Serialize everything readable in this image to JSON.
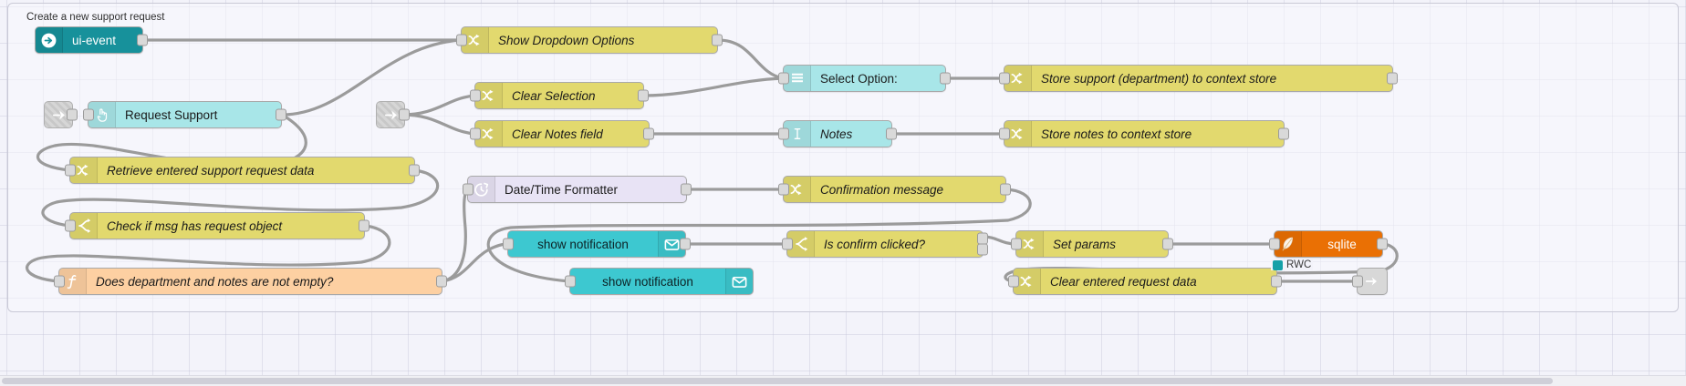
{
  "editor": {
    "app": "node-red-flow-editor",
    "group_label": "Create a new support request",
    "colors": {
      "canvas": "#f3f3fa",
      "change_node": "#e2d96e",
      "function_node": "#fdd0a2",
      "ui_widget": "#a8e6e8",
      "ui_event": "#17919b",
      "notification": "#3dc8d0",
      "datetime": "#e8e3f5",
      "sqlite": "#ea7004",
      "wire": "#9b9b9b"
    }
  },
  "nodes": [
    {
      "id": "ui-event",
      "label": "ui-event",
      "icon": "arrow-right-circle-icon",
      "type": "ui-event"
    },
    {
      "id": "request-support",
      "label": "Request Support",
      "icon": "hand-pointer-icon",
      "type": "ui-button"
    },
    {
      "id": "show-dropdown",
      "label": "Show Dropdown Options",
      "icon": "change-node-icon",
      "type": "change"
    },
    {
      "id": "clear-selection",
      "label": "Clear Selection",
      "icon": "change-node-icon",
      "type": "change"
    },
    {
      "id": "clear-notes-field",
      "label": "Clear Notes field",
      "icon": "change-node-icon",
      "type": "change"
    },
    {
      "id": "select-option",
      "label": "Select Option:",
      "icon": "dropdown-list-icon",
      "type": "ui-dropdown"
    },
    {
      "id": "notes",
      "label": "Notes",
      "icon": "text-cursor-icon",
      "type": "ui-text-input"
    },
    {
      "id": "store-support",
      "label": "Store support (department) to context store",
      "icon": "change-node-icon",
      "type": "change"
    },
    {
      "id": "store-notes",
      "label": "Store notes to context store",
      "icon": "change-node-icon",
      "type": "change"
    },
    {
      "id": "retrieve-data",
      "label": "Retrieve entered support request data",
      "icon": "change-node-icon",
      "type": "change"
    },
    {
      "id": "check-msg",
      "label": "Check if msg has request object",
      "icon": "switch-node-icon",
      "type": "switch"
    },
    {
      "id": "not-empty",
      "label": "Does department and notes are not empty?",
      "icon": "function-node-icon",
      "type": "function"
    },
    {
      "id": "datetime-formatter",
      "label": "Date/Time Formatter",
      "icon": "clock-icon",
      "type": "date-time-formatter"
    },
    {
      "id": "confirmation-message",
      "label": "Confirmation message",
      "icon": "change-node-icon",
      "type": "change"
    },
    {
      "id": "show-notification-1",
      "label": "show notification",
      "icon": "envelope-icon",
      "type": "notification"
    },
    {
      "id": "show-notification-2",
      "label": "show notification",
      "icon": "envelope-icon",
      "type": "notification"
    },
    {
      "id": "is-confirm-clicked",
      "label": "Is confirm clicked?",
      "icon": "switch-node-icon",
      "type": "switch"
    },
    {
      "id": "set-params",
      "label": "Set params",
      "icon": "change-node-icon",
      "type": "change"
    },
    {
      "id": "sqlite",
      "label": "sqlite",
      "icon": "feather-icon",
      "type": "sqlite"
    },
    {
      "id": "clear-request-data",
      "label": "Clear entered request data",
      "icon": "change-node-icon",
      "type": "change"
    },
    {
      "id": "debug-out",
      "label": "",
      "icon": "debug-icon",
      "type": "debug"
    }
  ],
  "status": {
    "sqlite_status": "RWC"
  }
}
